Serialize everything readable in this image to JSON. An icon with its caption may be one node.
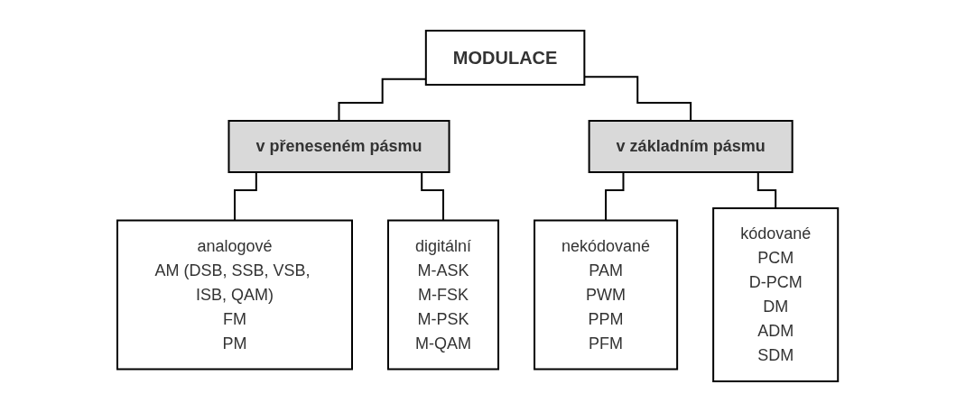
{
  "diagram": {
    "nodes": [
      {
        "text": [
          "MODULACE"
        ]
      },
      {
        "text": [
          "v přeneseném pásmu"
        ]
      },
      {
        "text": [
          "v základním pásmu"
        ]
      },
      {
        "text": [
          "analogové",
          "AM (DSB, SSB, VSB, ISB, QAM)",
          "FM",
          "PM"
        ]
      },
      {
        "text": [
          "digitální",
          "M-ASK",
          "M-FSK",
          "M-PSK",
          "M-QAM"
        ]
      },
      {
        "text": [
          "nekódované",
          "PAM",
          "PWM",
          "PPM",
          "PFM"
        ]
      },
      {
        "text": [
          "kódované",
          "PCM",
          "D-PCM",
          "DM",
          "ADM",
          "SDM"
        ]
      }
    ],
    "edges": [
      {
        "from": 0,
        "to": 1,
        "arrow": "none"
      },
      {
        "from": 0,
        "to": 2,
        "arrow": "none"
      },
      {
        "from": 1,
        "to": 3,
        "arrow": "none"
      },
      {
        "from": 1,
        "to": 4,
        "arrow": "none"
      },
      {
        "from": 2,
        "to": 5,
        "arrow": "none"
      },
      {
        "from": 2,
        "to": 6,
        "arrow": "none"
      }
    ]
  }
}
